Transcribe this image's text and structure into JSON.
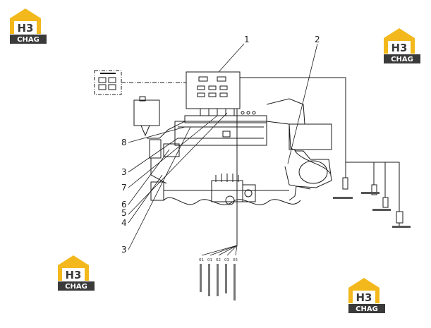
{
  "logo": {
    "mark": "H3",
    "brand": "CHAG"
  },
  "callouts": [
    "1",
    "2",
    "3",
    "4",
    "5",
    "6",
    "7",
    "8",
    "3"
  ],
  "terminal_codes": [
    "01",
    "01",
    "02",
    "03",
    "05"
  ],
  "colors": {
    "line": "#1a1a1a",
    "logo_yellow": "#f2b81c",
    "logo_dark": "#3a3a3a"
  }
}
